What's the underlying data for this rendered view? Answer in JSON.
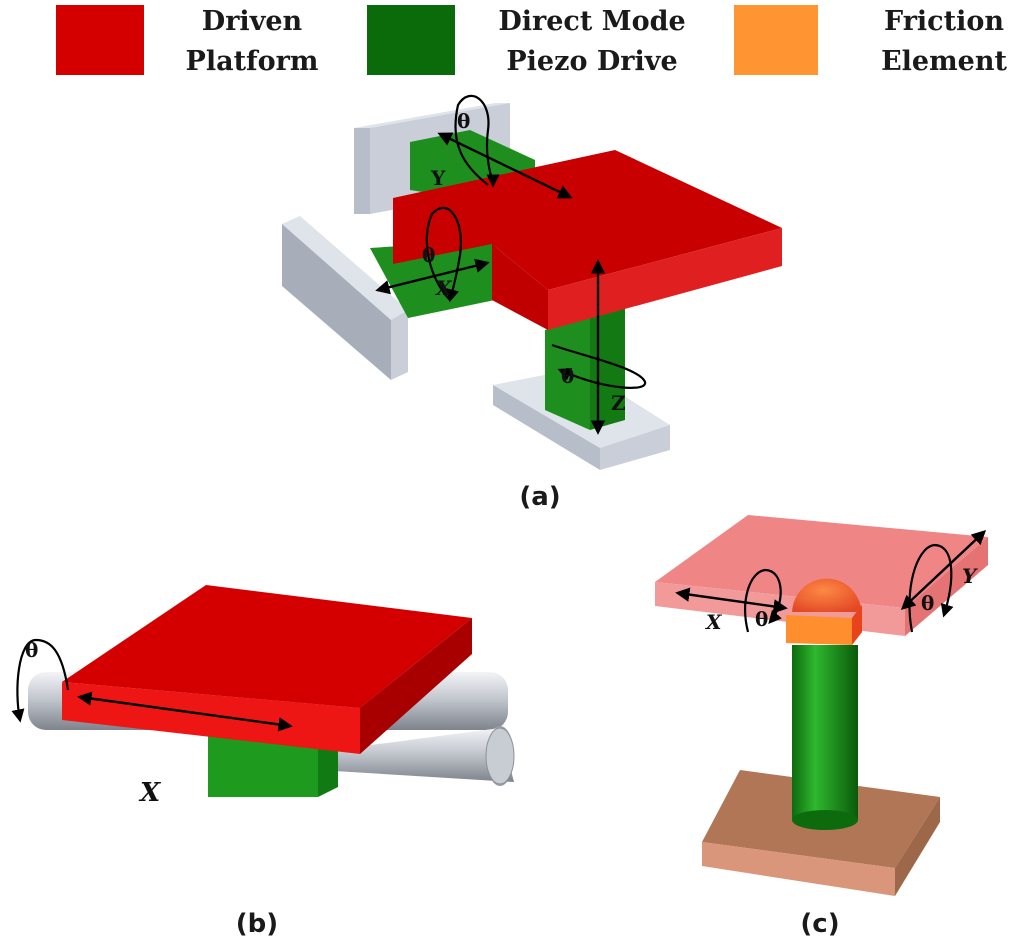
{
  "legend": [
    {
      "label_line1": "Driven",
      "label_line2": "Platform",
      "color": "#d40000"
    },
    {
      "label_line1": "Direct Mode",
      "label_line2": "Piezo Drive",
      "color": "#0b6b0b"
    },
    {
      "label_line1": "Friction",
      "label_line2": "Element",
      "color": "#ff9433"
    }
  ],
  "panels": {
    "a": {
      "label": "(a)",
      "axes": {
        "y": "Y",
        "x": "X",
        "z": "Z",
        "theta": "θ"
      }
    },
    "b": {
      "label": "(b)",
      "axes": {
        "x": "X",
        "theta": "θ"
      }
    },
    "c": {
      "label": "(c)",
      "axes": {
        "x": "X",
        "y": "Y",
        "theta": "θ"
      }
    }
  },
  "colors": {
    "platform_top": "#d40000",
    "platform_side": "#e32020",
    "piezo": "#1f9a1f",
    "gray_mount": "#c9ced9",
    "friction": "#ff9433",
    "base_brown": "#c98a6a"
  }
}
